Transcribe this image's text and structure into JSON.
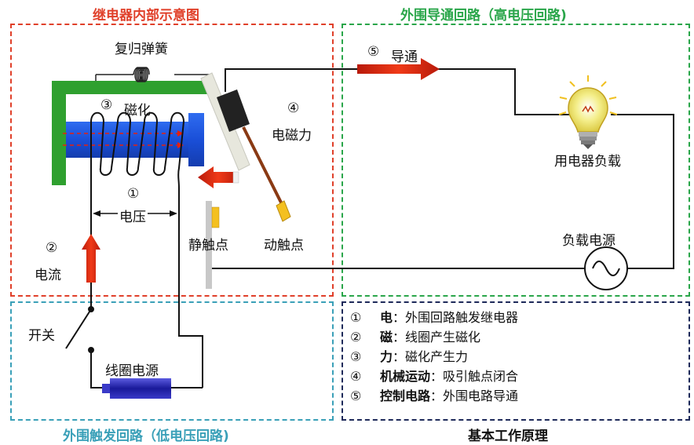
{
  "titles": {
    "relay_internal": "继电器内部示意图",
    "external_circuit": "外围导通回路（高电压回路)",
    "trigger_circuit": "外围触发回路（低电压回路)",
    "principle": "基本工作原理"
  },
  "labels": {
    "spring": "复归弹簧",
    "magnetize_num": "③",
    "magnetize": "磁化",
    "voltage_num": "①",
    "voltage": "电压",
    "current_num": "②",
    "current": "电流",
    "force_num": "④",
    "force": "电磁力",
    "static_contact": "静触点",
    "moving_contact": "动触点",
    "conduct_num": "⑤",
    "conduct": "导通",
    "load": "用电器负载",
    "load_power": "负载电源",
    "switch": "开关",
    "coil_power": "线圈电源"
  },
  "principle_items": [
    {
      "num": "①",
      "term": "电",
      "sep": "：",
      "desc": "外围回路触发继电器"
    },
    {
      "num": "②",
      "term": "磁",
      "sep": "：",
      "desc": "线圈产生磁化"
    },
    {
      "num": "③",
      "term": "力",
      "sep": "：",
      "desc": "磁化产生力"
    },
    {
      "num": "④",
      "term": "机械运动",
      "sep": "：",
      "desc": "吸引触点闭合"
    },
    {
      "num": "⑤",
      "term": "控制电路",
      "sep": "：",
      "desc": "外围电路导通"
    }
  ],
  "colors": {
    "relay_border": "#e0402a",
    "external_border": "#2aa64a",
    "trigger_border": "#3aa0b8",
    "principle_border": "#1e2a5a",
    "core": "#1a4fd8",
    "yoke": "#2fa02f",
    "arrow": "#e8200c"
  }
}
